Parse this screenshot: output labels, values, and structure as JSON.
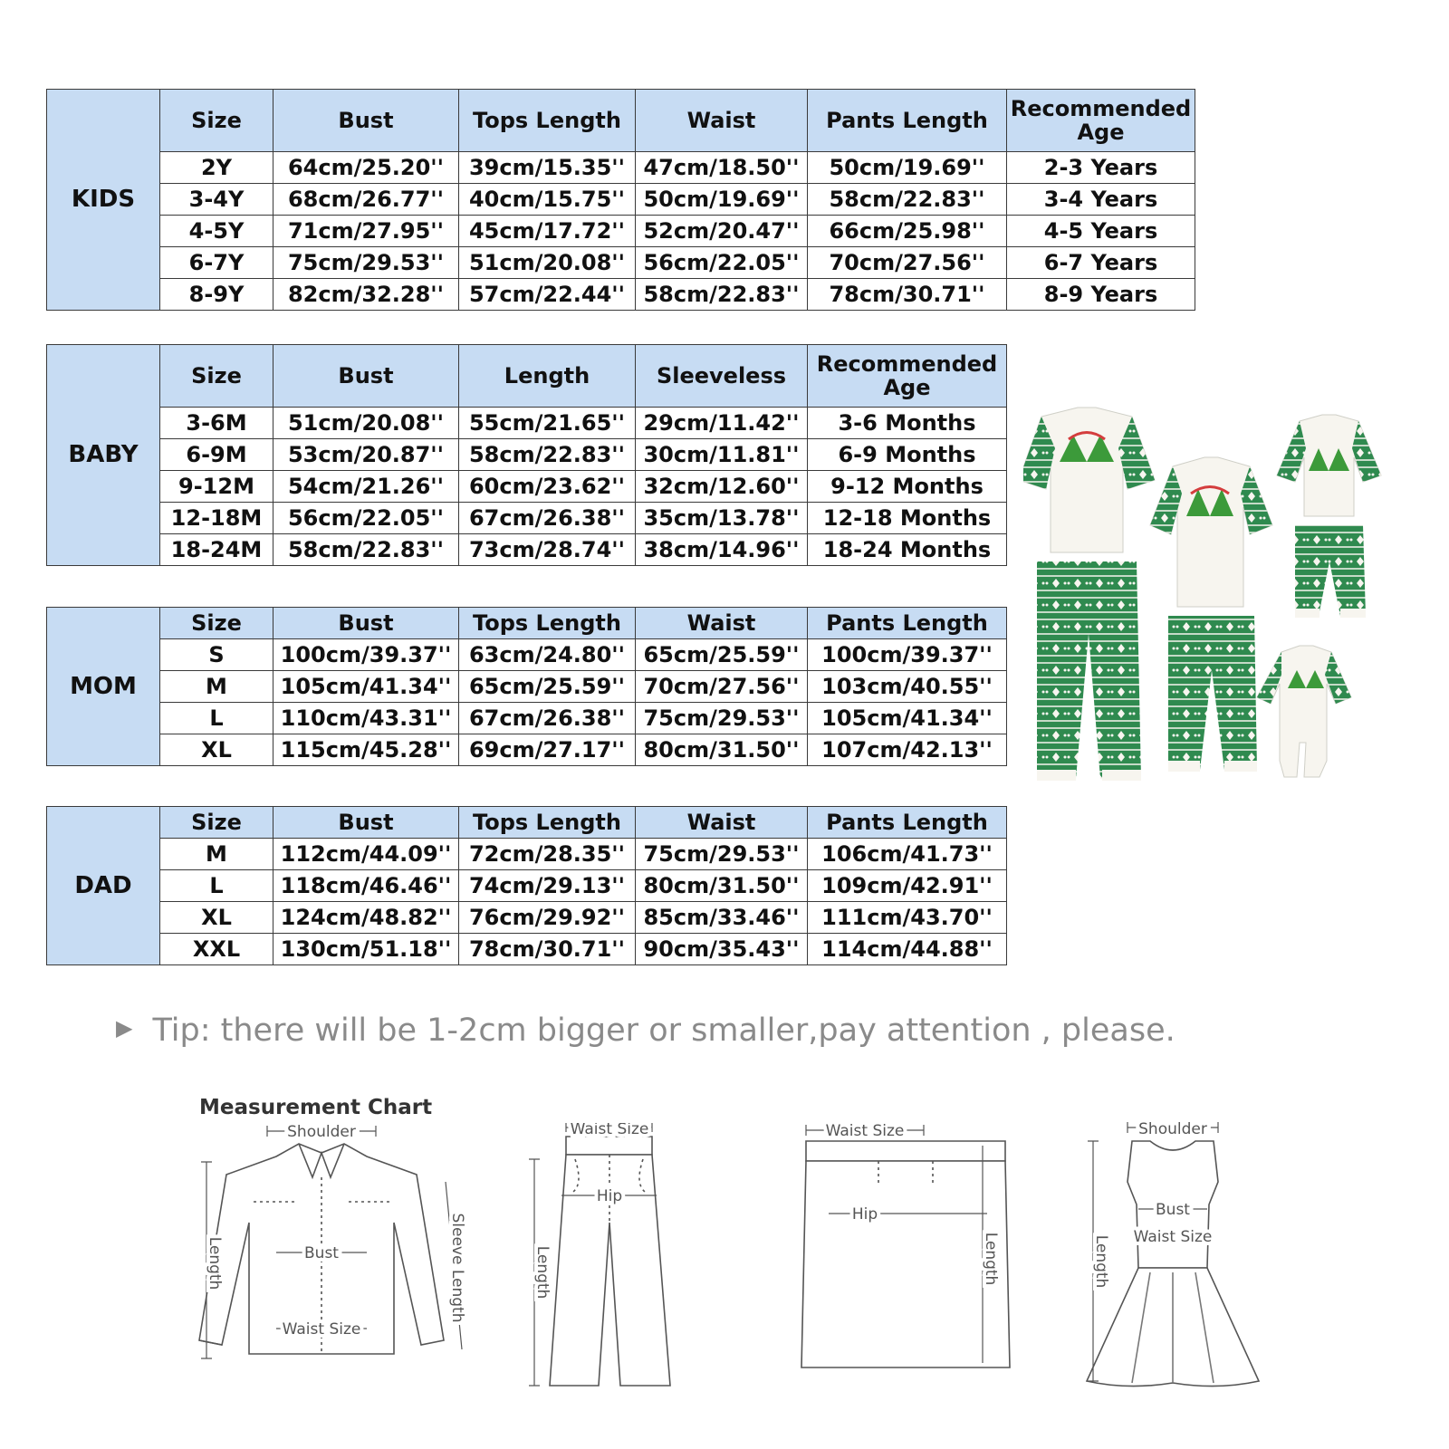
{
  "tables": [
    {
      "group": "KIDS",
      "headers": [
        "Size",
        "Bust",
        "Tops Length",
        "Waist",
        "Pants Length",
        "Recommended Age"
      ],
      "rows": [
        [
          "2Y",
          "64cm/25.20''",
          "39cm/15.35''",
          "47cm/18.50''",
          "50cm/19.69''",
          "2-3 Years"
        ],
        [
          "3-4Y",
          "68cm/26.77''",
          "40cm/15.75''",
          "50cm/19.69''",
          "58cm/22.83''",
          "3-4 Years"
        ],
        [
          "4-5Y",
          "71cm/27.95''",
          "45cm/17.72''",
          "52cm/20.47''",
          "66cm/25.98''",
          "4-5 Years"
        ],
        [
          "6-7Y",
          "75cm/29.53''",
          "51cm/20.08''",
          "56cm/22.05''",
          "70cm/27.56''",
          "6-7 Years"
        ],
        [
          "8-9Y",
          "82cm/32.28''",
          "57cm/22.44''",
          "58cm/22.83''",
          "78cm/30.71''",
          "8-9 Years"
        ]
      ]
    },
    {
      "group": "BABY",
      "headers": [
        "Size",
        "Bust",
        "Length",
        "Sleeveless",
        "Recommended Age"
      ],
      "rows": [
        [
          "3-6M",
          "51cm/20.08''",
          "55cm/21.65''",
          "29cm/11.42''",
          "3-6 Months"
        ],
        [
          "6-9M",
          "53cm/20.87''",
          "58cm/22.83''",
          "30cm/11.81''",
          "6-9 Months"
        ],
        [
          "9-12M",
          "54cm/21.26''",
          "60cm/23.62''",
          "32cm/12.60''",
          "9-12 Months"
        ],
        [
          "12-18M",
          "56cm/22.05''",
          "67cm/26.38''",
          "35cm/13.78''",
          "12-18 Months"
        ],
        [
          "18-24M",
          "58cm/22.83''",
          "73cm/28.74''",
          "38cm/14.96''",
          "18-24 Months"
        ]
      ]
    },
    {
      "group": "MOM",
      "headers": [
        "Size",
        "Bust",
        "Tops Length",
        "Waist",
        "Pants Length"
      ],
      "rows": [
        [
          "S",
          "100cm/39.37''",
          "63cm/24.80''",
          "65cm/25.59''",
          "100cm/39.37''"
        ],
        [
          "M",
          "105cm/41.34''",
          "65cm/25.59''",
          "70cm/27.56''",
          "103cm/40.55''"
        ],
        [
          "L",
          "110cm/43.31''",
          "67cm/26.38''",
          "75cm/29.53''",
          "105cm/41.34''"
        ],
        [
          "XL",
          "115cm/45.28''",
          "69cm/27.17''",
          "80cm/31.50''",
          "107cm/42.13''"
        ]
      ]
    },
    {
      "group": "DAD",
      "headers": [
        "Size",
        "Bust",
        "Tops Length",
        "Waist",
        "Pants Length"
      ],
      "rows": [
        [
          "M",
          "112cm/44.09''",
          "72cm/28.35''",
          "75cm/29.53''",
          "106cm/41.73''"
        ],
        [
          "L",
          "118cm/46.46''",
          "74cm/29.13''",
          "80cm/31.50''",
          "109cm/42.91''"
        ],
        [
          "XL",
          "124cm/48.82''",
          "76cm/29.92''",
          "85cm/33.46''",
          "111cm/43.70''"
        ],
        [
          "XXL",
          "130cm/51.18''",
          "78cm/30.71''",
          "90cm/35.43''",
          "114cm/44.88''"
        ]
      ]
    }
  ],
  "tip": {
    "arrow_icon": "play-triangle-icon",
    "text": "Tip: there will be 1-2cm bigger or smaller,pay attention , please."
  },
  "measurement_chart": {
    "title": "Measurement Chart",
    "shirt": {
      "shoulder": "Shoulder",
      "bust": "Bust",
      "length": "Length",
      "sleeve_length": "Sleeve Length",
      "waist_size": "Waist Size"
    },
    "pants": {
      "waist_size": "Waist Size",
      "hip": "Hip",
      "length": "Length"
    },
    "skirt": {
      "waist_size": "Waist Size",
      "hip": "Hip",
      "length": "Length"
    },
    "dress": {
      "shoulder": "Shoulder",
      "bust": "Bust",
      "waist_size": "Waist Size",
      "length": "Length"
    }
  },
  "colors": {
    "header_blue": "#c7dcf3",
    "group_pink": "#f2dede",
    "pajama_green": "#2f8a4f",
    "pajama_white": "#f7f5ef",
    "logo_red": "#d43d3d",
    "tip_gray": "#8a8a8a"
  }
}
